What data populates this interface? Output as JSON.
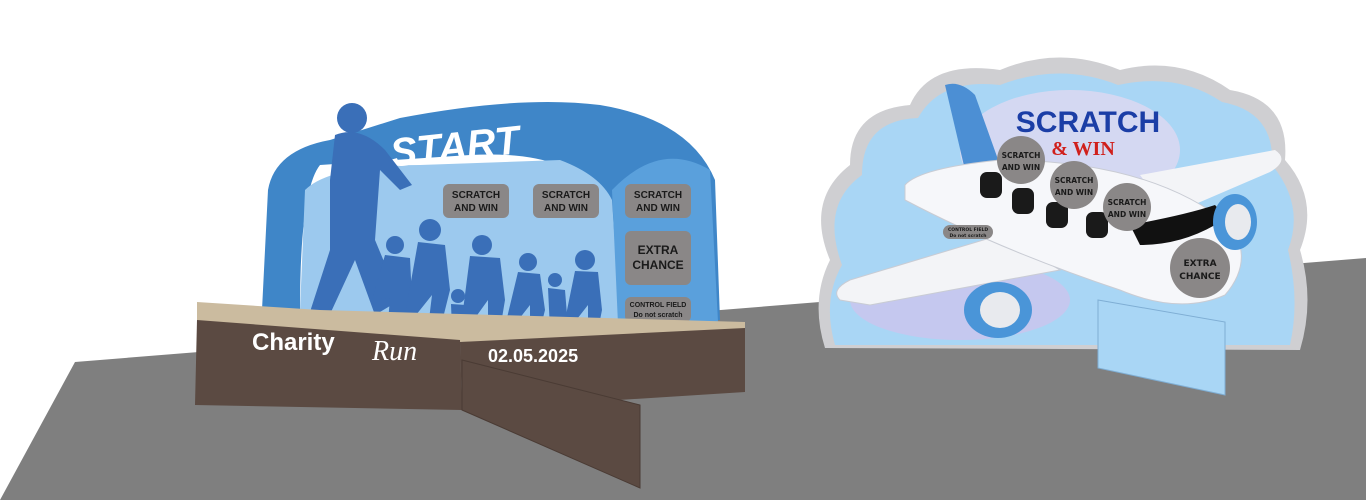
{
  "colors": {
    "floor": "#7f7f7f",
    "arch_blue": "#3f86c8",
    "arch_light": "#8fc0ea",
    "runner_blue": "#3a6fb8",
    "scratch_gray": "#8a8787",
    "base_brown": "#5b4a42",
    "base_tan": "#cbbb9f",
    "cloud_blue": "#a9d6f5",
    "title_blue": "#1b3ea6",
    "title_red": "#d0201c"
  },
  "charity_run": {
    "arch_text": "START",
    "scratch_fields": [
      {
        "line1": "SCRATCH",
        "line2": "AND WIN"
      },
      {
        "line1": "SCRATCH",
        "line2": "AND WIN"
      },
      {
        "line1": "SCRATCH",
        "line2": "AND WIN"
      }
    ],
    "extra": {
      "line1": "EXTRA",
      "line2": "CHANCE"
    },
    "control": {
      "line1": "CONTROL FIELD",
      "line2": "Do not scratch"
    },
    "brand_word1": "Charity",
    "brand_word2": "Run",
    "date": "02.05.2025"
  },
  "plane": {
    "title_line1": "SCRATCH",
    "title_line2": "& WIN",
    "scratch_fields": [
      {
        "line1": "SCRATCH",
        "line2": "AND WIN"
      },
      {
        "line1": "SCRATCH",
        "line2": "AND WIN"
      },
      {
        "line1": "SCRATCH",
        "line2": "AND WIN"
      }
    ],
    "extra": {
      "line1": "EXTRA",
      "line2": "CHANCE"
    },
    "control": {
      "line1": "CONTROL FIELD",
      "line2": "Do not scratch"
    }
  }
}
